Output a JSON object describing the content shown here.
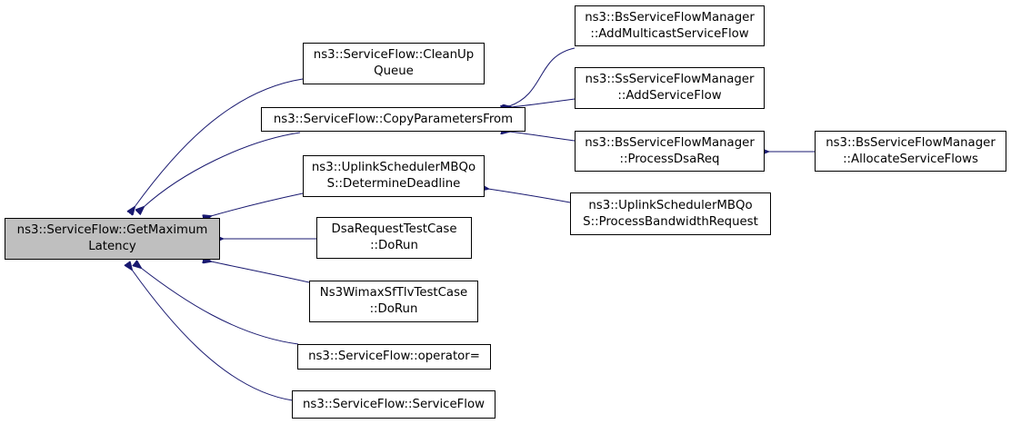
{
  "colors": {
    "edge": "#191970",
    "root_fill": "#bfbfbf",
    "node_fill": "#ffffff",
    "border": "#000000"
  },
  "nodes": {
    "root": {
      "lines": [
        "ns3::ServiceFlow::GetMaximum",
        "Latency"
      ]
    },
    "cleanup": {
      "lines": [
        "ns3::ServiceFlow::CleanUp",
        "Queue"
      ]
    },
    "copy": {
      "lines": [
        "ns3::ServiceFlow::CopyParametersFrom"
      ]
    },
    "determine": {
      "lines": [
        "ns3::UplinkSchedulerMBQo",
        "S::DetermineDeadline"
      ]
    },
    "dsatest": {
      "lines": [
        "DsaRequestTestCase",
        "::DoRun"
      ]
    },
    "tlvtest": {
      "lines": [
        "Ns3WimaxSfTlvTestCase",
        "::DoRun"
      ]
    },
    "operator": {
      "lines": [
        "ns3::ServiceFlow::operator="
      ]
    },
    "ctor": {
      "lines": [
        "ns3::ServiceFlow::ServiceFlow"
      ]
    },
    "bsmulticast": {
      "lines": [
        "ns3::BsServiceFlowManager",
        "::AddMulticastServiceFlow"
      ]
    },
    "ssadd": {
      "lines": [
        "ns3::SsServiceFlowManager",
        "::AddServiceFlow"
      ]
    },
    "bsdsa": {
      "lines": [
        "ns3::BsServiceFlowManager",
        "::ProcessDsaReq"
      ]
    },
    "bandwidth": {
      "lines": [
        "ns3::UplinkSchedulerMBQo",
        "S::ProcessBandwidthRequest"
      ]
    },
    "allocate": {
      "lines": [
        "ns3::BsServiceFlowManager",
        "::AllocateServiceFlows"
      ]
    }
  }
}
